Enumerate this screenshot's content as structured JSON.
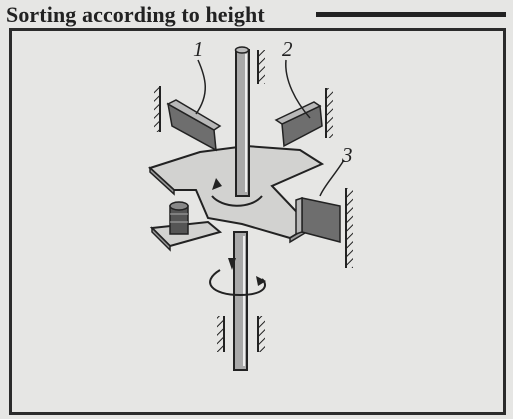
{
  "title": "Sorting according to height",
  "labels": {
    "l1": "1",
    "l2": "2",
    "l3": "3"
  },
  "colors": {
    "background": "#e6e6e4",
    "ink": "#222222",
    "metal": "#a9a9a9",
    "surface": "#d2d2d0"
  }
}
